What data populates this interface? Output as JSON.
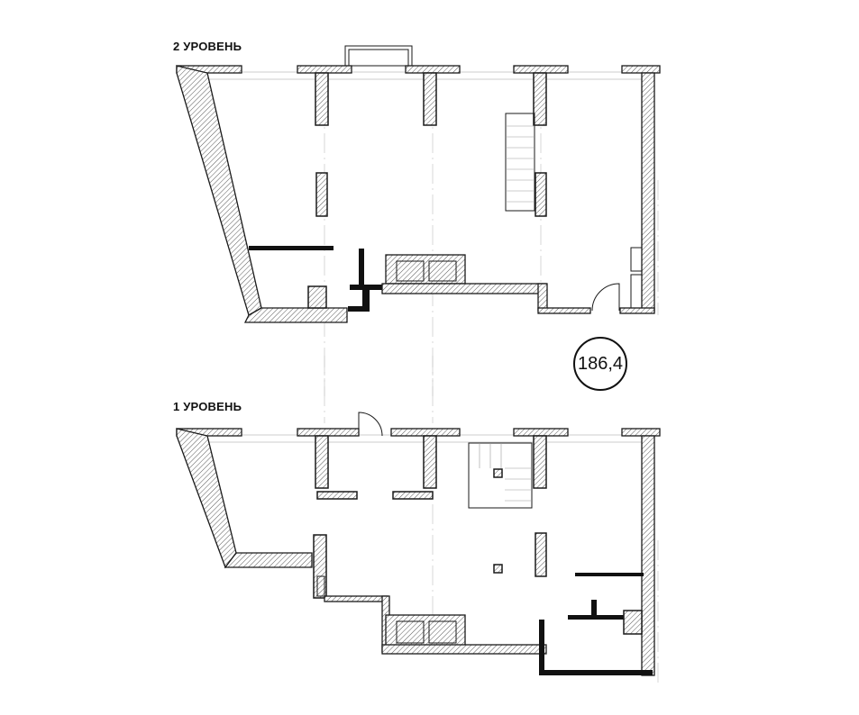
{
  "levels": [
    {
      "label": "2 УРОВЕНЬ"
    },
    {
      "label": "1 УРОВЕНЬ"
    }
  ],
  "area": {
    "value": "186,4"
  },
  "colors": {
    "wall_stroke": "#1a1a1a",
    "wall_fill": "hatched",
    "background": "#ffffff"
  }
}
